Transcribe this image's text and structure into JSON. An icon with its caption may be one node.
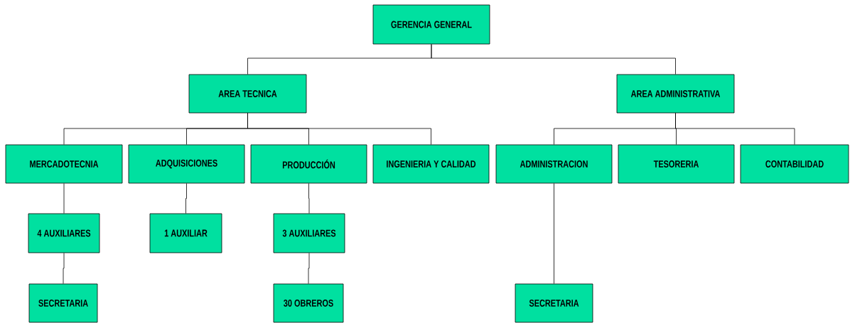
{
  "diagram": {
    "nodes": [
      {
        "text": [
          "GERENCIA GENERAL"
        ]
      },
      {
        "text": [
          "AREA TECNICA"
        ]
      },
      {
        "text": [
          "AREA ADMINISTRATIVA"
        ]
      },
      {
        "text": [
          "MERCADOTECNIA"
        ]
      },
      {
        "text": [
          "ADQUISICIONES"
        ]
      },
      {
        "text": [
          "PRODUCCIÓN"
        ]
      },
      {
        "text": [
          "INGENIERIA Y CALIDAD"
        ]
      },
      {
        "text": [
          "ADMINISTRACION"
        ]
      },
      {
        "text": [
          "TESORERIA"
        ]
      },
      {
        "text": [
          "CONTABILIDAD"
        ]
      },
      {
        "text": [
          "4 AUXILIARES"
        ]
      },
      {
        "text": [
          "1 AUXILIAR"
        ]
      },
      {
        "text": [
          "3 AUXILIARES"
        ]
      },
      {
        "text": [
          "SECRETARIA"
        ]
      },
      {
        "text": [
          "30 OBREROS"
        ]
      },
      {
        "text": [
          "SECRETARIA"
        ]
      }
    ],
    "edges": [
      {
        "from": 0,
        "to": 1,
        "arrow": "none"
      },
      {
        "from": 0,
        "to": 2,
        "arrow": "none"
      },
      {
        "from": 1,
        "to": 3,
        "arrow": "none"
      },
      {
        "from": 1,
        "to": 4,
        "arrow": "none"
      },
      {
        "from": 1,
        "to": 5,
        "arrow": "none"
      },
      {
        "from": 1,
        "to": 6,
        "arrow": "none"
      },
      {
        "from": 2,
        "to": 7,
        "arrow": "none"
      },
      {
        "from": 2,
        "to": 8,
        "arrow": "none"
      },
      {
        "from": 2,
        "to": 9,
        "arrow": "none"
      },
      {
        "from": 3,
        "to": 10,
        "arrow": "none"
      },
      {
        "from": 4,
        "to": 11,
        "arrow": "none"
      },
      {
        "from": 5,
        "to": 12,
        "arrow": "none"
      },
      {
        "from": 10,
        "to": 13,
        "arrow": "none"
      },
      {
        "from": 12,
        "to": 14,
        "arrow": "none"
      },
      {
        "from": 7,
        "to": 15,
        "arrow": "none"
      }
    ]
  }
}
